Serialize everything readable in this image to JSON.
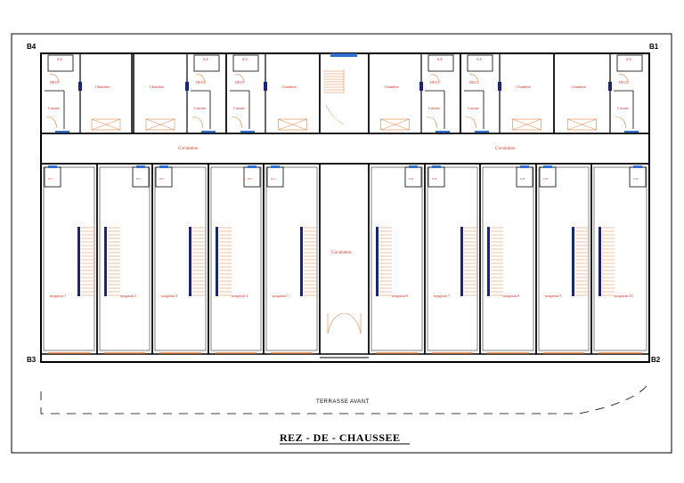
{
  "title": "REZ - DE - CHAUSSEE",
  "corners": {
    "b1": "B1",
    "b2": "B2",
    "b3": "B3",
    "b4": "B4"
  },
  "terrace_label": "TERRASSE AVANT",
  "circulation_label": "Circulation",
  "apartments": [
    {
      "se": "S.E",
      "degt": "DEGT",
      "cuisine": "Cuisine"
    },
    {
      "se": "S.E",
      "degt": "DEGT",
      "cuisine": "Cuisine"
    },
    {
      "se": "S.E",
      "degt": "DEGT",
      "cuisine": "Cuisine"
    },
    {
      "se": "S.E",
      "degt": "DEGT",
      "cuisine": "Cuisine"
    },
    {
      "se": "S.E",
      "degt": "DEGT",
      "cuisine": "Cuisine"
    },
    {
      "se": "S.E",
      "degt": "DEGT",
      "cuisine": "Cuisine"
    }
  ],
  "chambres": [
    "Chambre",
    "Chambre",
    "Chambre",
    "Chambre",
    "Chambre",
    "Chambre"
  ],
  "shops": [
    {
      "name": "magasin 1",
      "wc": "w.c"
    },
    {
      "name": "magasin 2",
      "wc": "w.c"
    },
    {
      "name": "magasin 3",
      "wc": "w.c"
    },
    {
      "name": "magasin 4",
      "wc": "w.c"
    },
    {
      "name": "magasin 5",
      "wc": "w.c"
    },
    {
      "name": "magasin 6",
      "wc": "s.w"
    },
    {
      "name": "magasin 7",
      "wc": "s.w"
    },
    {
      "name": "magasin 8",
      "wc": "s.w"
    },
    {
      "name": "magasin 9",
      "wc": "s.w"
    },
    {
      "name": "magasin 10",
      "wc": "s.w"
    }
  ],
  "colors": {
    "wall": "#000000",
    "label": "#d03020",
    "door": "#e08040",
    "window": "#3070d0",
    "stair": "#1a237e"
  }
}
